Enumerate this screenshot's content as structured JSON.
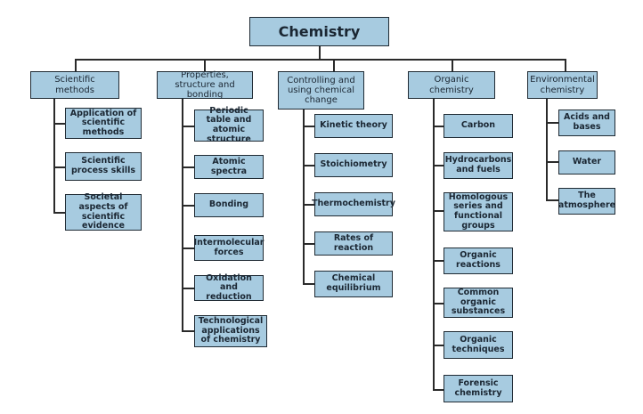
{
  "root": "Chemistry",
  "categories": [
    {
      "label": "Scientific methods",
      "items": [
        "Application of scientific methods",
        "Scientific process skills",
        "Societal aspects of scientific evidence"
      ]
    },
    {
      "label": "Properties, structure and bonding",
      "items": [
        "Periodic table and atomic structure",
        "Atomic spectra",
        "Bonding",
        "Intermolecular forces",
        "Oxidation and reduction",
        "Technological applications of chemistry"
      ]
    },
    {
      "label": "Controlling and using chemical change",
      "items": [
        "Kinetic theory",
        "Stoichiometry",
        "Thermochemistry",
        "Rates of reaction",
        "Chemical equilibrium"
      ]
    },
    {
      "label": "Organic chemistry",
      "items": [
        "Carbon",
        "Hydrocarbons and fuels",
        "Homologous series and functional groups",
        "Organic reactions",
        "Common organic substances",
        "Organic techniques",
        "Forensic chemistry"
      ]
    },
    {
      "label": "Environmental chemistry",
      "items": [
        "Acids and bases",
        "Water",
        "The atmosphere"
      ]
    }
  ]
}
